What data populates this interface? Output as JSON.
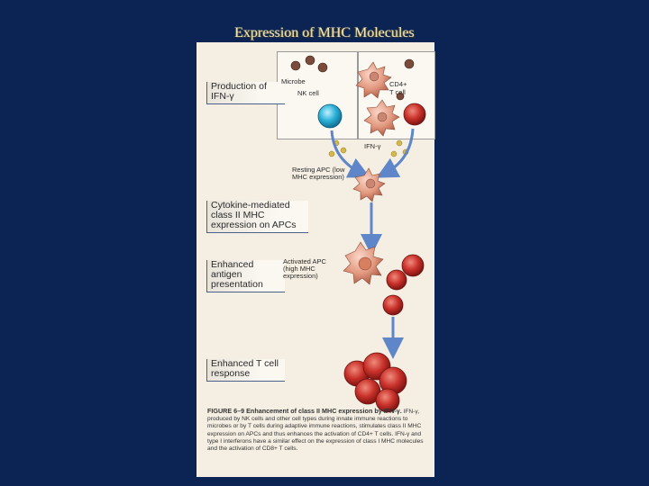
{
  "slide": {
    "title": "Expression of MHC Molecules"
  },
  "figure": {
    "labels": {
      "production": "Production of IFN-γ",
      "cytokine": "Cytokine-mediated class II MHC expression on APCs",
      "enhanced_antigen": "Enhanced antigen presentation",
      "enhanced_tcell": "Enhanced T cell response"
    },
    "annotations": {
      "microbe": "Microbe",
      "nk_cell": "NK cell",
      "cd4": "CD4+",
      "t_cell": "T cell",
      "ifn": "IFN-γ",
      "resting_apc": "Resting APC (low MHC expression)",
      "activated_apc": "Activated APC (high MHC expression)"
    },
    "caption": {
      "heading": "FIGURE 6–9 Enhancement of class II MHC expression by IFN-γ.",
      "body": "IFN-γ, produced by NK cells and other cell types during innate immune reactions to microbes or by T cells during adaptive immune reactions, stimulates class II MHC expression on APCs and thus enhances the activation of CD4+ T cells. IFN-γ and type I interferons have a similar effect on the expression of class I MHC molecules and the activation of CD8+ T cells."
    }
  }
}
